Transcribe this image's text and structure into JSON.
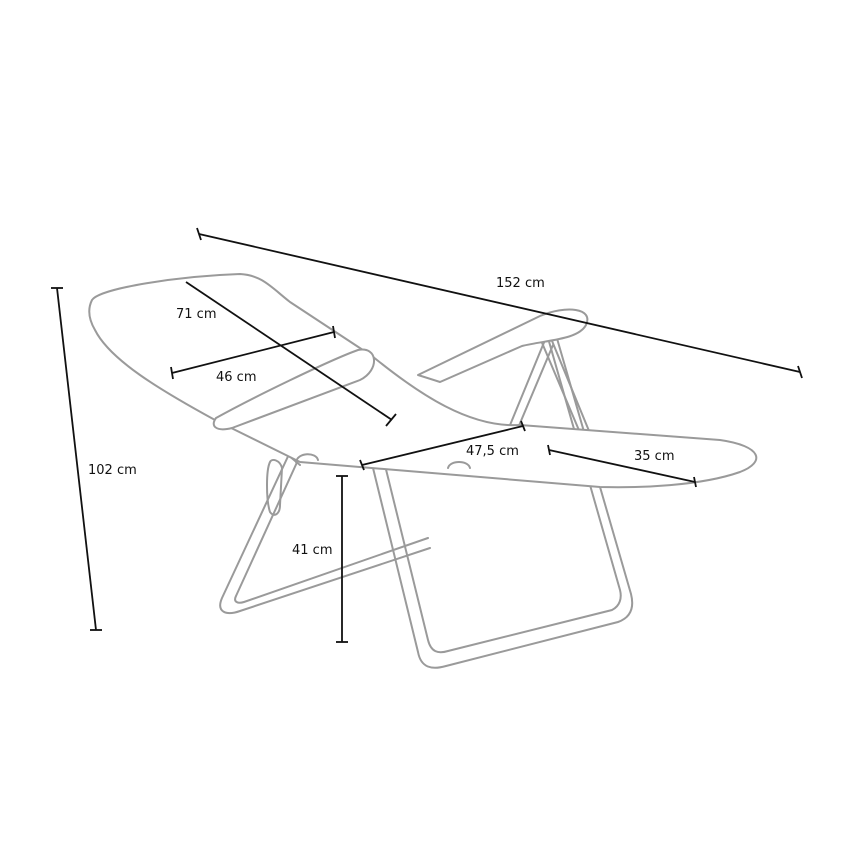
{
  "dimensions": {
    "overall_length": "152 cm",
    "overall_height": "102 cm",
    "backrest_length": "71 cm",
    "backrest_width": "46 cm",
    "seat_length": "47,5 cm",
    "footrest_length": "35 cm",
    "seat_height": "41 cm"
  },
  "colors": {
    "outline": "#9a9a9a",
    "dimension_lines": "#111111"
  }
}
